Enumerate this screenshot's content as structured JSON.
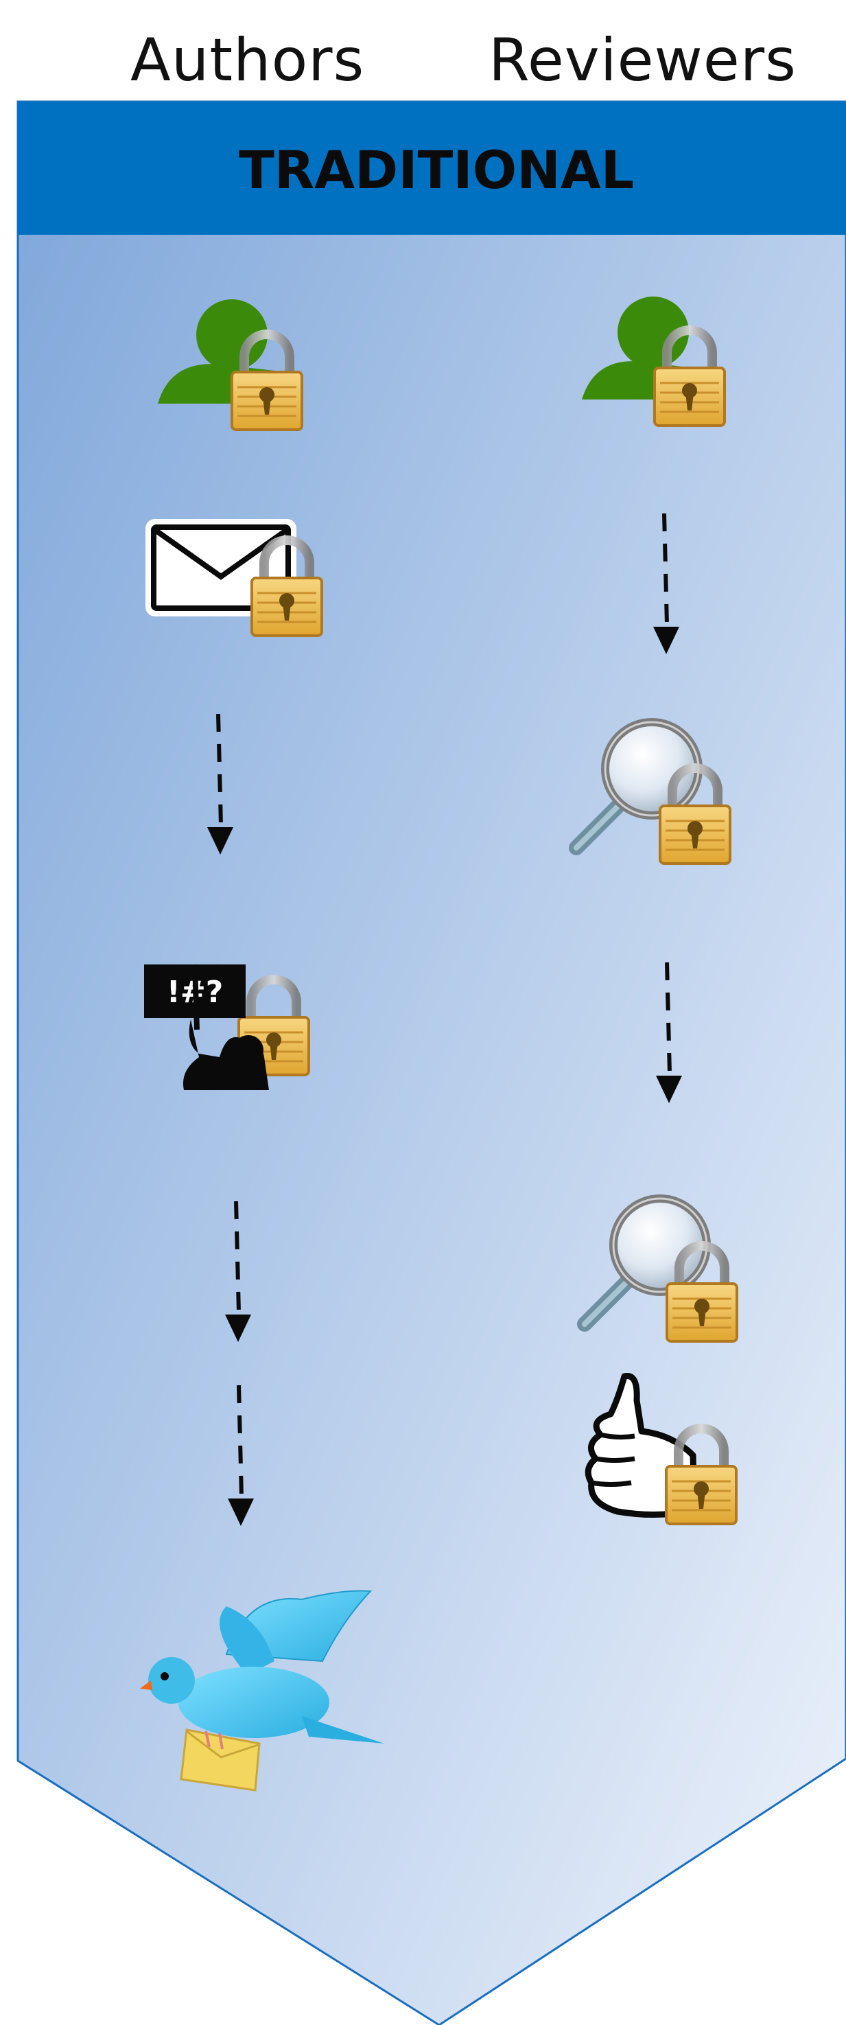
{
  "columns": {
    "authors": "Authors",
    "reviewers": "Reviewers"
  },
  "banner": {
    "title": "TRADITIONAL",
    "color": "#0070c0"
  },
  "protest_sign": {
    "text": "!#?"
  },
  "colors": {
    "gradient_dark": "#7ea6da",
    "gradient_light": "#e6eef9",
    "person": "#3c8a0a",
    "lock": "#e8b440",
    "bird": "#40c4ee",
    "envelope_yellow": "#f2d65e"
  },
  "icons": {
    "authors": [
      "person-locked-icon",
      "envelope-locked-icon",
      "arrow-down-icon",
      "protester-locked-icon",
      "arrow-down-icon",
      "arrow-down-icon",
      "bird-with-letter-icon"
    ],
    "reviewers": [
      "person-locked-icon",
      "arrow-down-icon",
      "magnifier-locked-icon",
      "arrow-down-icon",
      "magnifier-locked-icon",
      "thumbs-up-locked-icon"
    ]
  }
}
